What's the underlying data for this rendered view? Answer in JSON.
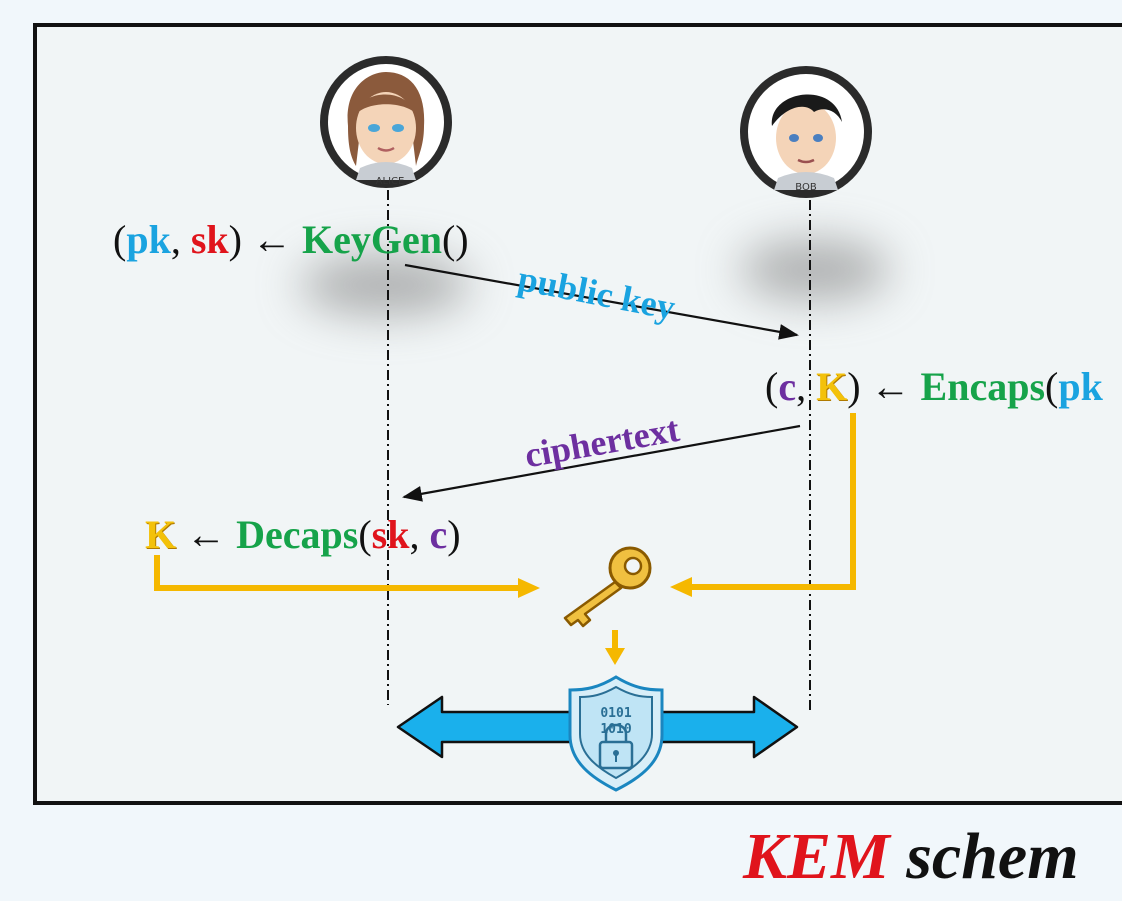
{
  "alice": {
    "name_tag": "ALICE",
    "keygen_line": {
      "open": "(",
      "pk": "pk",
      "comma": ", ",
      "sk": "sk",
      "close": ")",
      "arrow": " ← ",
      "fn": "KeyGen",
      "args": "()"
    },
    "decaps_line": {
      "K": "K",
      "arrow": " ← ",
      "fn": "Decaps",
      "open": "(",
      "sk": "sk",
      "comma": ", ",
      "c": "c",
      "close": ")"
    }
  },
  "bob": {
    "name_tag": "BOB",
    "encaps_line": {
      "open": "(",
      "c": "c",
      "comma": ", ",
      "K": "K",
      "close": ")",
      "arrow": " ← ",
      "fn": "Encaps",
      "args_open": "(",
      "pk": "pk"
    }
  },
  "messages": {
    "public_key": "public key",
    "ciphertext": "ciphertext"
  },
  "secure_channel": {
    "bits_line1": "0101",
    "bits_line2": "1010"
  },
  "title": {
    "kem": "KEM",
    "rest": " schem"
  },
  "icons": [
    "alice-avatar-icon",
    "bob-avatar-icon",
    "key-icon",
    "shield-lock-icon",
    "double-arrow-icon"
  ],
  "colors": {
    "pk": "#1aa3e0",
    "sk": "#e0141c",
    "function": "#16a34a",
    "ciphertext": "#6d2fa0",
    "shared_key": "#f3c10a",
    "channel": "#1ab0ec",
    "background": "#f1f5f6"
  }
}
